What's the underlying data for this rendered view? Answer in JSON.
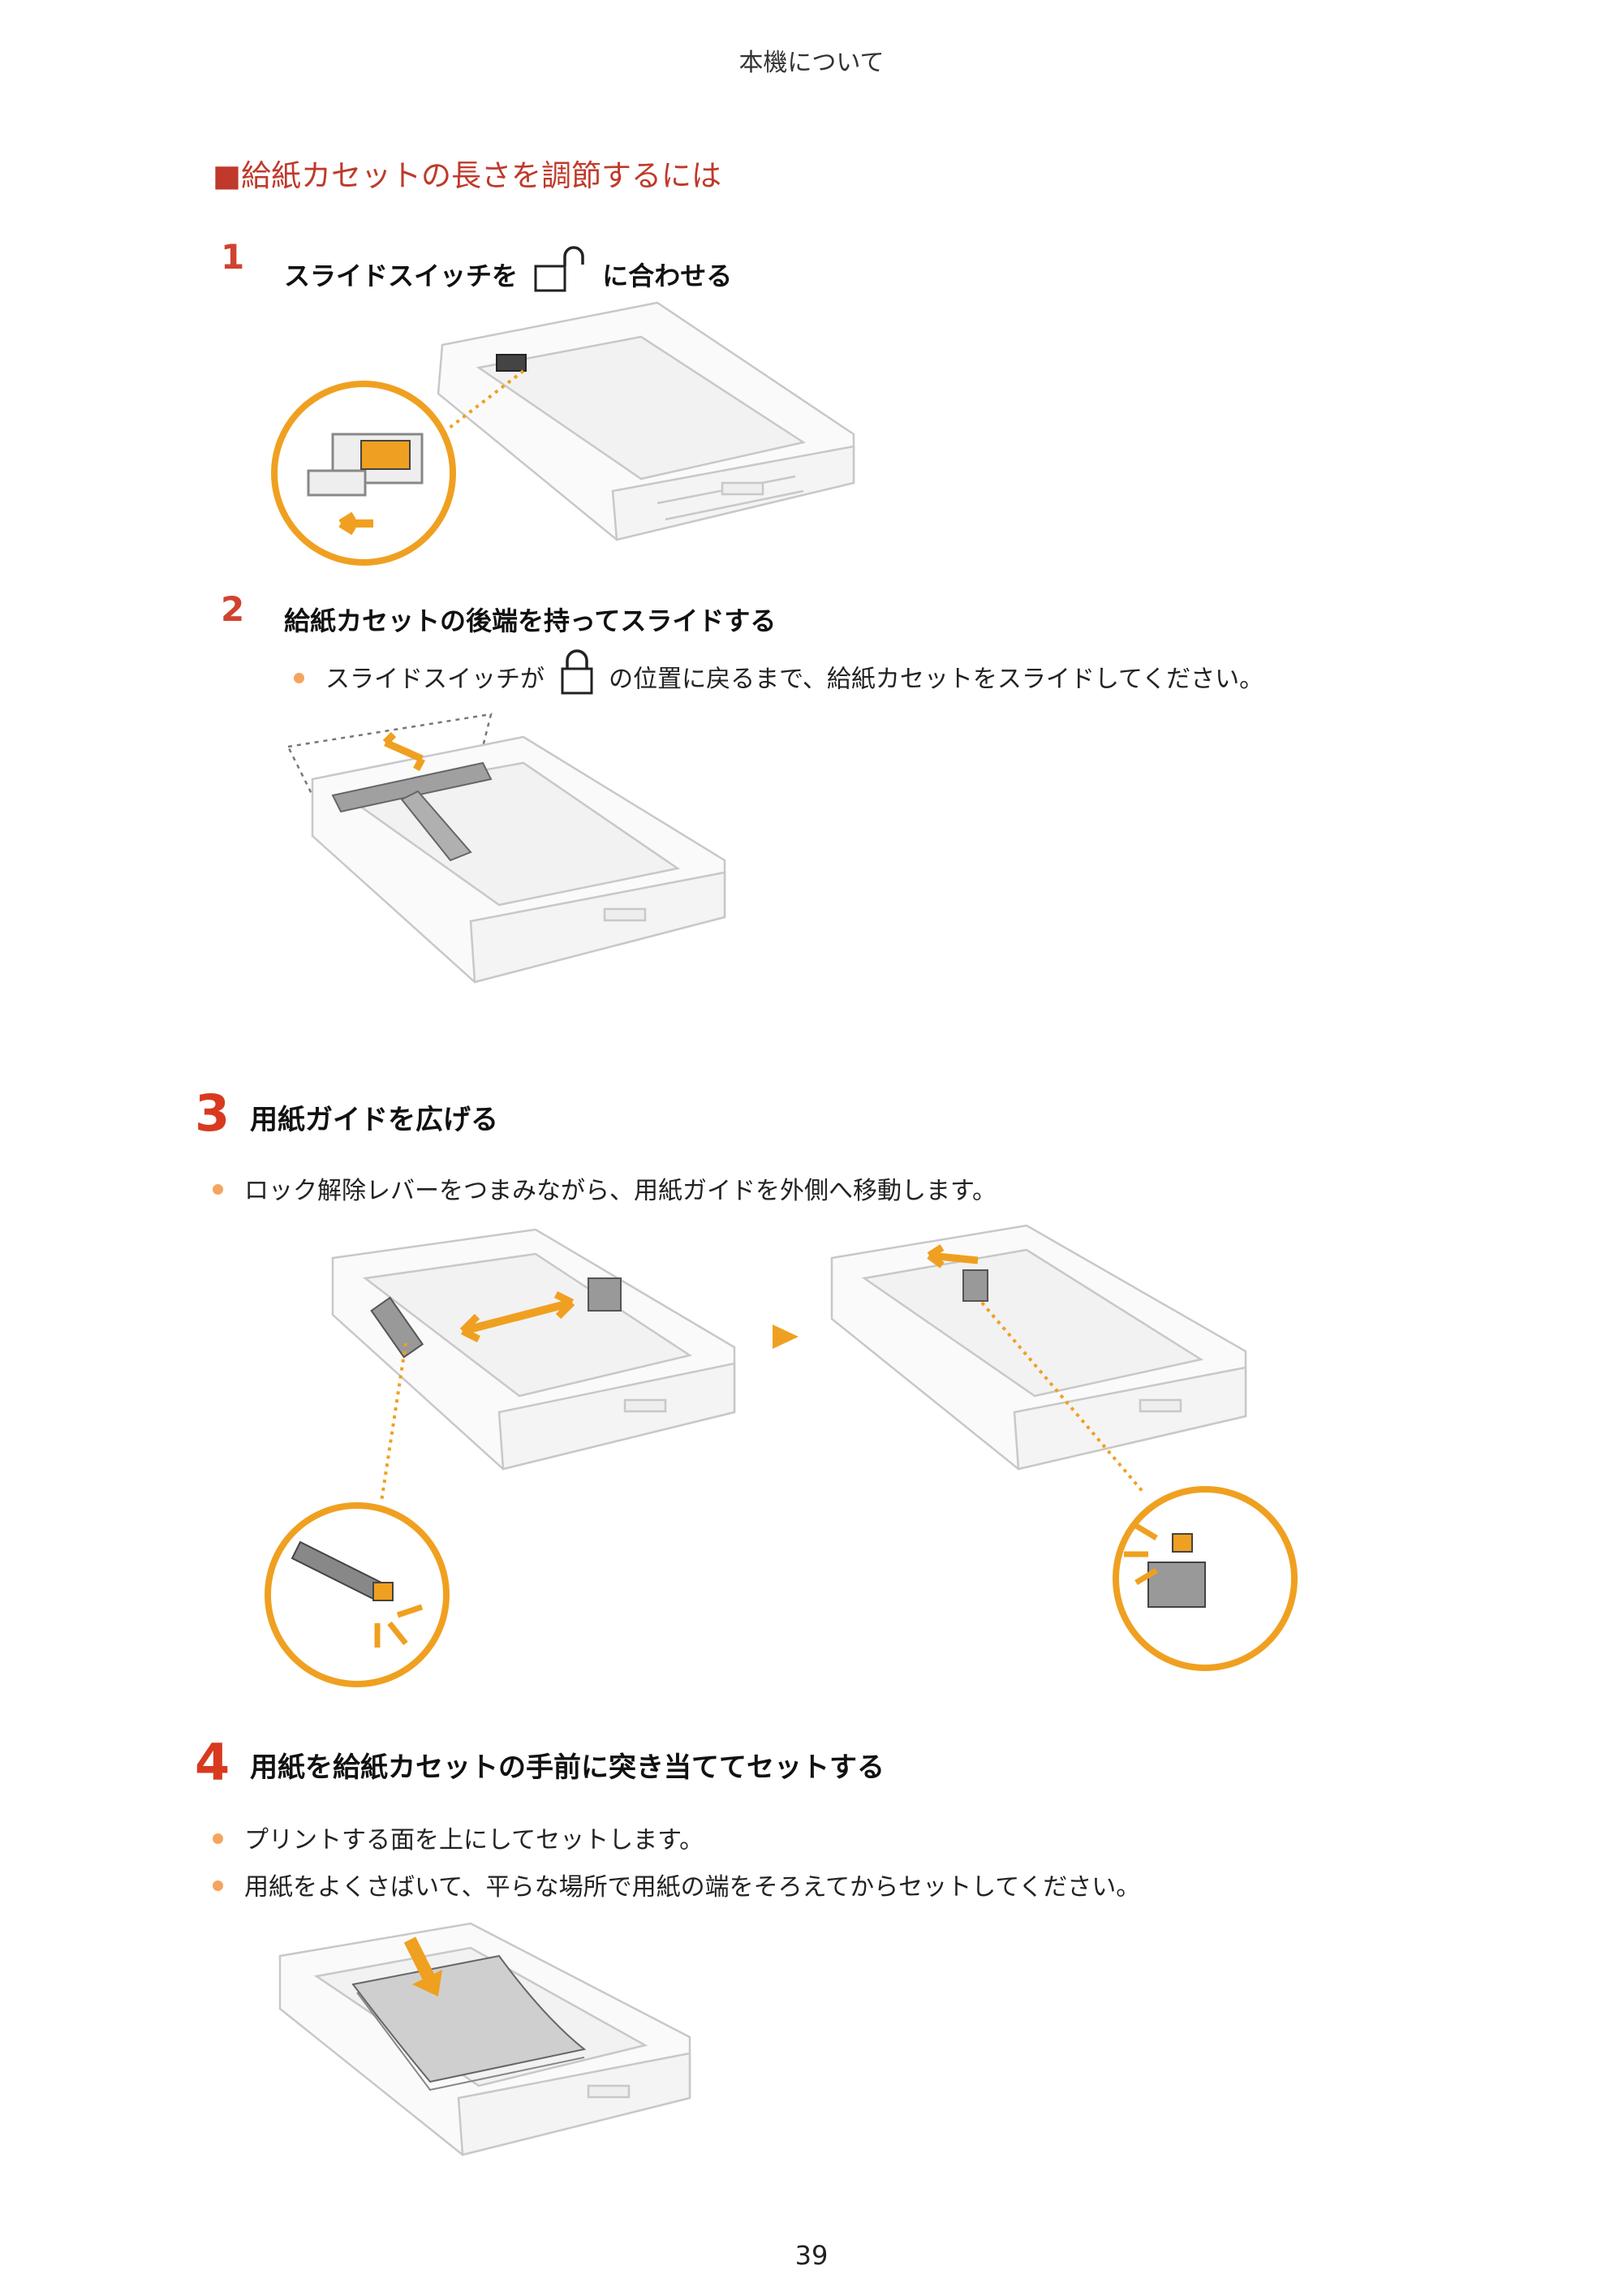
{
  "header": {
    "title": "本機について"
  },
  "section": {
    "title": "■給紙カセットの長さを調節するには"
  },
  "steps": [
    {
      "number": "1",
      "title_before_icon": "スライドスイッチを",
      "icon": "unlock-icon",
      "title_after_icon": "に合わせる"
    },
    {
      "number": "2",
      "title": "給紙カセットの後端を持ってスライドする",
      "bullet_before_icon": "スライドスイッチが",
      "bullet_icon": "lock-icon",
      "bullet_after_icon": "の位置に戻るまで、給紙カセットをスライドしてください。"
    },
    {
      "number": "3",
      "title": "用紙ガイドを広げる",
      "bullets": [
        "ロック解除レバーをつまみながら、用紙ガイドを外側へ移動します。"
      ]
    },
    {
      "number": "4",
      "title": "用紙を給紙カセットの手前に突き当ててセットする",
      "bullets": [
        "プリントする面を上にしてセットします。",
        "用紙をよくさばいて、平らな場所で用紙の端をそろえてからセットしてください。"
      ]
    }
  ],
  "colors": {
    "accent": "#f0a020",
    "heading": "#c0392b",
    "step_number": "#d0432f",
    "bullet": "#f5a45f"
  },
  "page": {
    "number": "39"
  }
}
